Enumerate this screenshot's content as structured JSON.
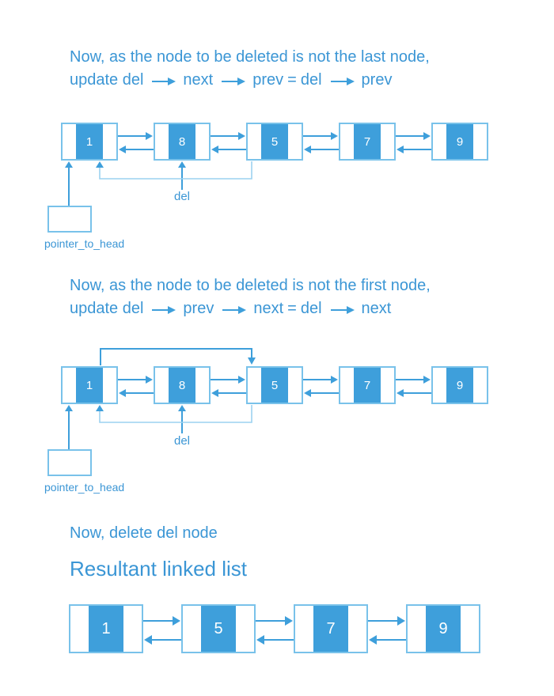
{
  "colors": {
    "node_fill": "#3e9fdb",
    "node_border": "#79c2ea",
    "arrow": "#3e9fdb",
    "light_link": "#9cd2f0",
    "text": "#3b96d5"
  },
  "step1": {
    "line1": "Now, as the node to be deleted is not the last node,",
    "tokens": [
      "update del",
      "next",
      "prev",
      "=",
      "del",
      "prev"
    ]
  },
  "step2": {
    "line1": "Now, as the node to be deleted is not the first node,",
    "tokens": [
      "update del",
      "prev",
      "next",
      "=",
      "del",
      "next"
    ]
  },
  "step3": "Now, delete del node",
  "result_heading": "Resultant linked list",
  "diagram1": {
    "nodes": [
      "1",
      "8",
      "5",
      "7",
      "9"
    ],
    "del_label": "del",
    "head_label": "pointer_to_head"
  },
  "diagram2": {
    "nodes": [
      "1",
      "8",
      "5",
      "7",
      "9"
    ],
    "del_label": "del",
    "head_label": "pointer_to_head"
  },
  "result": {
    "nodes": [
      "1",
      "5",
      "7",
      "9"
    ]
  }
}
